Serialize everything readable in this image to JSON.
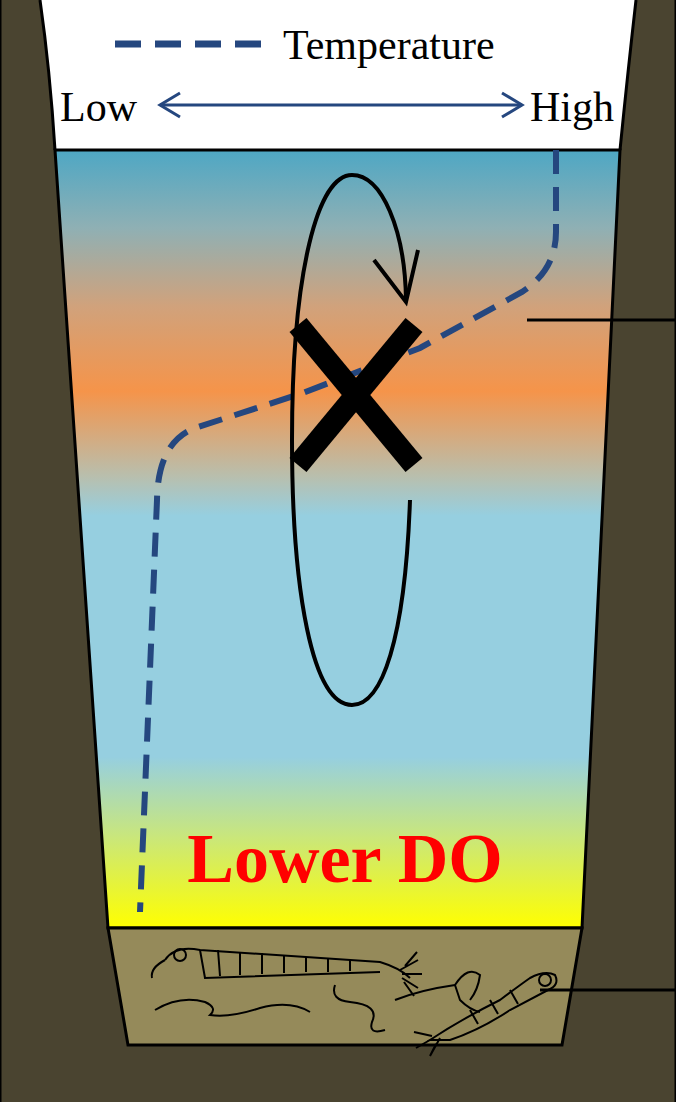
{
  "diagram": {
    "labels": [
      "Low",
      "High",
      "Lower DO"
    ],
    "legend": [
      {
        "text": "Temperature"
      }
    ]
  }
}
